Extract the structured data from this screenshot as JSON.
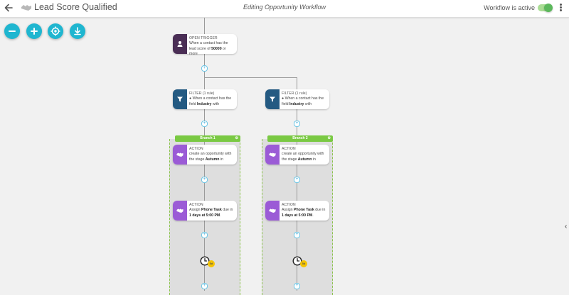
{
  "header": {
    "back_icon": "arrow-left-icon",
    "app_logo_icon": "handshake-icon",
    "workflow_title": "Lead Score Qualified",
    "center_title": "Editing Opportunity Workflow",
    "active_label": "Workflow is active",
    "active_toggle_on": true,
    "menu_icon": "kebab-menu-icon"
  },
  "toolbar": {
    "buttons": [
      {
        "name": "zoom-out",
        "icon": "minus-icon"
      },
      {
        "name": "zoom-in",
        "icon": "plus-icon"
      },
      {
        "name": "recenter",
        "icon": "crosshair-icon"
      },
      {
        "name": "download",
        "icon": "download-icon"
      }
    ],
    "color": "#1fb6d0"
  },
  "trigger": {
    "title": "OPEN TRIGGER",
    "text_pre": "When a contact has the lead score of ",
    "text_bold": "50000",
    "text_post": " or more",
    "icon": "user-icon"
  },
  "filters": [
    {
      "title": "FILTER",
      "count": "(1 rule)",
      "line": "● When a contact has the field ",
      "field": "Industry",
      "post": " with",
      "icon": "filter-icon"
    },
    {
      "title": "FILTER",
      "count": "(1 rule)",
      "line": "● When a contact has the field ",
      "field": "Industry",
      "post": " with",
      "icon": "filter-icon"
    }
  ],
  "branches": [
    {
      "label": "Branch 1",
      "actions": [
        {
          "title": "ACTION",
          "pre": "create an opportunity with the stage ",
          "bold": "Autumn",
          "post": " in",
          "icon": "handshake-icon"
        },
        {
          "title": "ACTION",
          "pre": "Assign ",
          "bold": "Phone Task",
          "mid": " due in ",
          "bold2": "1 days at 5:00 PM",
          "post": ".",
          "icon": "handshake-icon"
        }
      ],
      "timer_badge": "5d"
    },
    {
      "label": "Branch 2",
      "actions": [
        {
          "title": "ACTION",
          "pre": "create an opportunity with the stage ",
          "bold": "Autumn",
          "post": " in",
          "icon": "handshake-icon"
        },
        {
          "title": "ACTION",
          "pre": "Assign ",
          "bold": "Phone Task",
          "mid": " due in ",
          "bold2": "1 days at 5:00 PM",
          "post": ".",
          "icon": "handshake-icon"
        }
      ],
      "timer_badge": "5d"
    }
  ],
  "add_step_symbol": "+",
  "branch_settings_icon": "gear-icon",
  "timer_icon": "clock-icon",
  "side_panel_toggle": "‹",
  "colors": {
    "trigger": "#4a2e55",
    "filter": "#245a82",
    "action": "#9b5bd6",
    "branch": "#7ac943",
    "timer_badge": "#f5c400"
  }
}
